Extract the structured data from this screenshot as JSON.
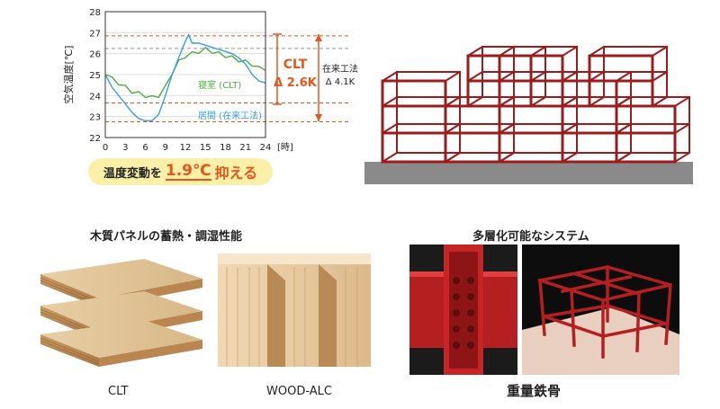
{
  "chart_data": {
    "type": "line",
    "title": "",
    "ylabel": "空気温度[℃]",
    "xlabel": "",
    "x_unit": "[時]",
    "xlim": [
      0,
      24
    ],
    "ylim": [
      22,
      28
    ],
    "x_ticks": [
      "0",
      "3",
      "6",
      "9",
      "12",
      "15",
      "18",
      "21",
      "24"
    ],
    "y_ticks": [
      "22",
      "23",
      "24",
      "25",
      "26",
      "27",
      "28"
    ],
    "series": [
      {
        "name": "寝室 (CLT)",
        "color": "#4caf3c",
        "x": [
          0,
          1,
          2,
          3,
          4,
          5,
          6,
          7,
          8,
          9,
          10,
          11,
          12,
          13,
          14,
          15,
          16,
          17,
          18,
          19,
          20,
          21,
          22,
          23,
          24
        ],
        "y": [
          25.0,
          24.8,
          24.6,
          24.4,
          24.2,
          24.1,
          24.0,
          23.9,
          24.0,
          24.4,
          25.1,
          25.6,
          25.9,
          26.0,
          26.1,
          26.2,
          26.1,
          26.0,
          25.9,
          25.8,
          25.7,
          25.6,
          25.5,
          25.3,
          25.2
        ]
      },
      {
        "name": "居間 (在来工法)",
        "color": "#36a0dc",
        "x": [
          0,
          1,
          2,
          3,
          4,
          5,
          6,
          7,
          8,
          9,
          10,
          11,
          12,
          12.5,
          13,
          14,
          15,
          16,
          17,
          18,
          19,
          20,
          21,
          22,
          23,
          24
        ],
        "y": [
          25.0,
          24.4,
          24.0,
          23.6,
          23.2,
          22.9,
          22.8,
          22.8,
          23.1,
          24.0,
          25.0,
          25.8,
          26.6,
          26.9,
          26.5,
          26.5,
          26.4,
          26.3,
          26.2,
          26.1,
          26.0,
          25.8,
          25.5,
          25.0,
          24.7,
          24.6
        ]
      }
    ],
    "ref_lines": [
      {
        "value": 26.85,
        "color": "#e8551c"
      },
      {
        "value": 26.25,
        "color": "#999999"
      },
      {
        "value": 23.65,
        "color": "#e8551c"
      },
      {
        "value": 22.75,
        "color": "#e8551c"
      }
    ],
    "annotations": {
      "clt_label": "CLT",
      "clt_delta": "Δ 2.6K",
      "conv_label": "在来工法",
      "conv_delta": "Δ 4.1K"
    }
  },
  "highlight": {
    "prefix": "温度変動を",
    "value": "1.9℃",
    "suffix": "抑える"
  },
  "sections": {
    "left_title": "木質パネルの蓄熱・調湿性能",
    "right_title": "多層化可能なシステム"
  },
  "captions": {
    "clt": "CLT",
    "wood_alc": "WOOD-ALC",
    "steel": "重量鉄骨"
  },
  "colors": {
    "accent": "#e8551c",
    "steel_red": "#9b1c1c",
    "pill_bg": "#fbf0a8"
  }
}
